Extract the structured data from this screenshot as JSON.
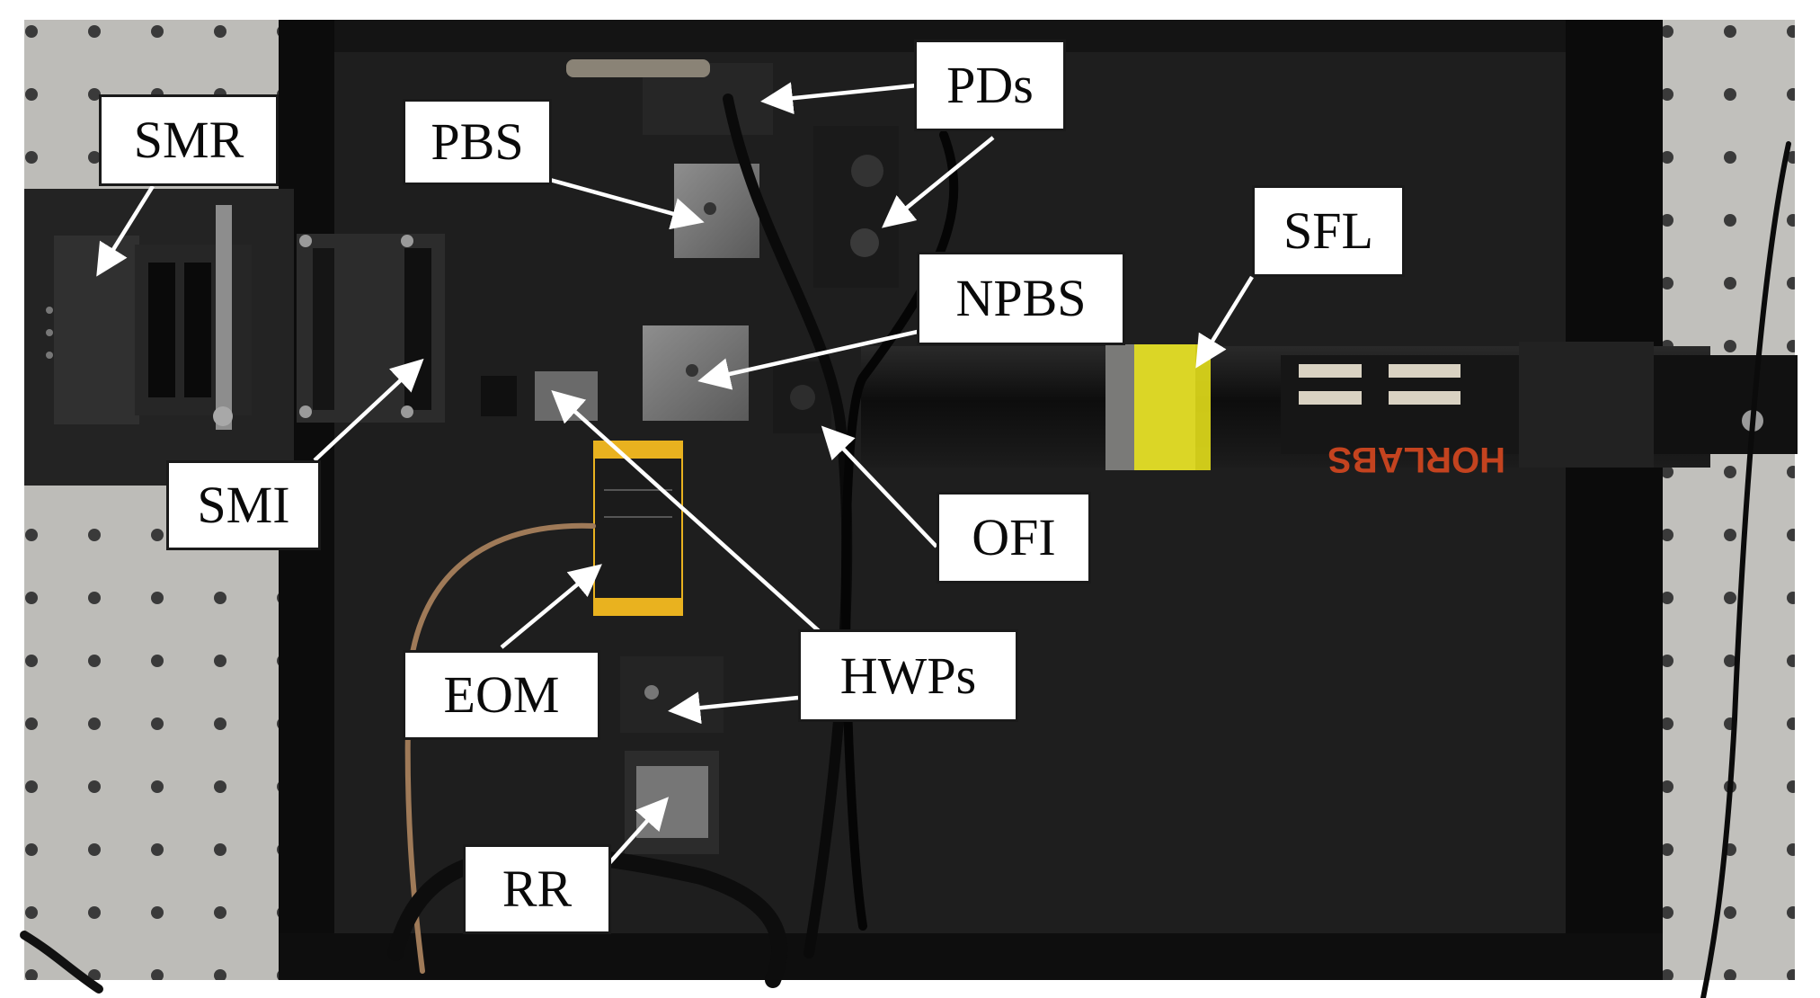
{
  "figure": {
    "labels": {
      "smr": "SMR",
      "pbs": "PBS",
      "pds": "PDs",
      "sfl": "SFL",
      "npbs": "NPBS",
      "smi": "SMI",
      "ofi": "OFI",
      "eom": "EOM",
      "hwps": "HWPs",
      "rr": "RR"
    },
    "device_marking": "HORLABS",
    "colors": {
      "breadboard": "#bdbcb8",
      "enclosure": "#141414",
      "laser_yellow": "#e8e21a",
      "eom_yellow": "#e9b21f",
      "callout_fill": "#ffffff",
      "arrow": "#ffffff"
    }
  }
}
